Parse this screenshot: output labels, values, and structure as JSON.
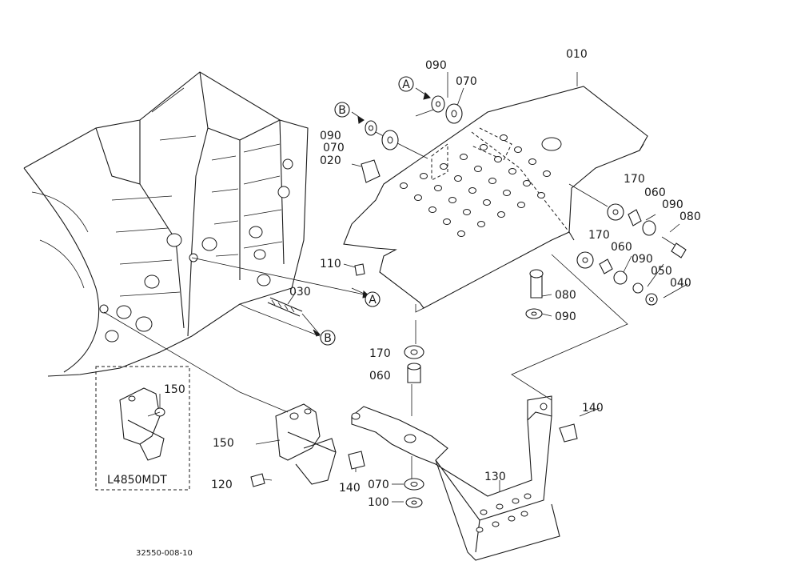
{
  "labels": {
    "p010": "010",
    "p020": "020",
    "p030": "030",
    "p040": "040",
    "p050": "050",
    "p060a": "060",
    "p060b": "060",
    "p060c": "060",
    "p070a": "070",
    "p070b": "070",
    "p070c": "070",
    "p080a": "080",
    "p080b": "080",
    "p090a": "090",
    "p090b": "090",
    "p090c": "090",
    "p090d": "090",
    "p090e": "090",
    "p100": "100",
    "p110": "110",
    "p120": "120",
    "p130": "130",
    "p140a": "140",
    "p140b": "140",
    "p150a": "150",
    "p150b": "150",
    "p170a": "170",
    "p170b": "170",
    "p170c": "170"
  },
  "markers": {
    "a_top": "A",
    "b_top": "B",
    "a_bottom": "A",
    "b_bottom": "B"
  },
  "inset_title": "L4850MDT",
  "drawing_code": "32550-008-10"
}
